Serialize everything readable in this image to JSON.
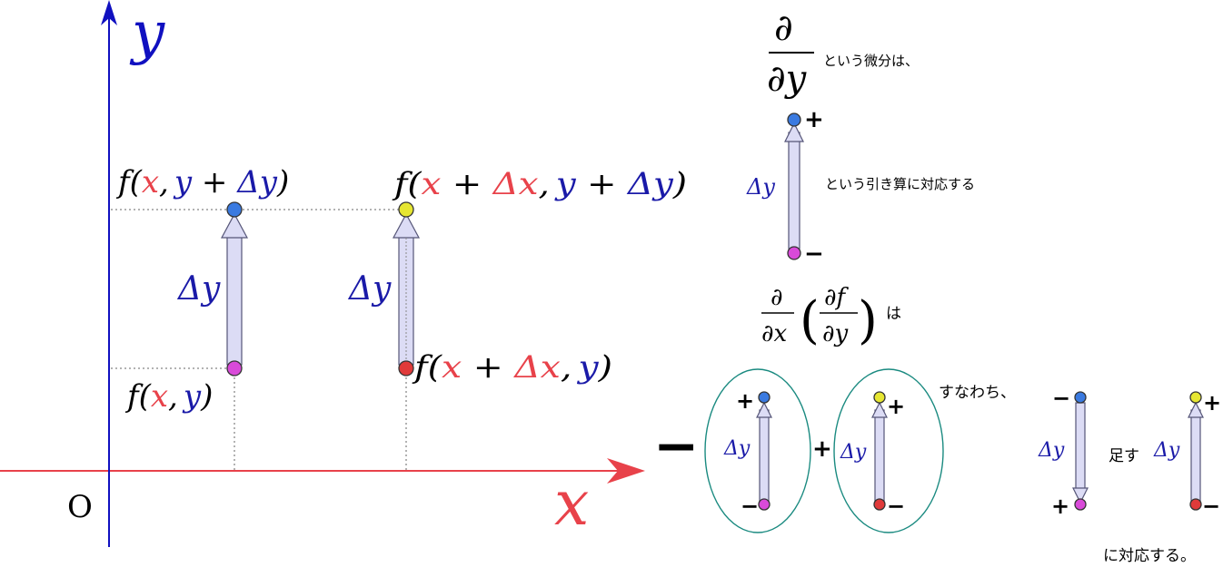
{
  "colors": {
    "axis_x": "#e8424a",
    "axis_y": "#1010c0",
    "var_x": "#e8424a",
    "var_y": "#1a1aa8",
    "point_bottom_left": "#d94ad9",
    "point_top_left": "#3a7ae0",
    "point_top_right": "#e6e632",
    "point_bottom_right": "#e03a3a",
    "arrow_fill": "#dcdcf5",
    "ellipse": "#1a8a80"
  },
  "graph": {
    "axis_x_label": "x",
    "axis_y_label": "y",
    "origin_label": "O"
  },
  "points": {
    "bl": {
      "f": "f(",
      "x": "x",
      "comma": ",",
      "y": "y",
      "close": ")"
    },
    "tl": {
      "f": "f(",
      "x": "x",
      "comma": ",",
      "y": "y",
      "plus": " + ",
      "dy": "Δy",
      "close": ")"
    },
    "tr": {
      "f": "f(",
      "x": "x",
      "plus1": " + ",
      "dx": "Δx",
      "comma": ",",
      "y": "y",
      "plus2": " + ",
      "dy": "Δy",
      "close": ")"
    },
    "br": {
      "f": "f(",
      "x": "x",
      "plus": " + ",
      "dx": "Δx",
      "comma": ",",
      "y": "y",
      "close": ")"
    }
  },
  "delta_y": "Δy",
  "right": {
    "partial_num": "∂",
    "partial_den": "∂y",
    "text1": "という微分は、",
    "text2": "という引き算に対応する",
    "mixed_outer_num": "∂",
    "mixed_outer_den": "∂x",
    "mixed_inner_num": "∂f",
    "mixed_inner_den": "∂y",
    "paren_open": "(",
    "paren_close": ")",
    "text3": "は",
    "text4": "すなわち、",
    "text5": "足す",
    "text6": "に対応する。",
    "plus": "+",
    "minus": "−"
  }
}
